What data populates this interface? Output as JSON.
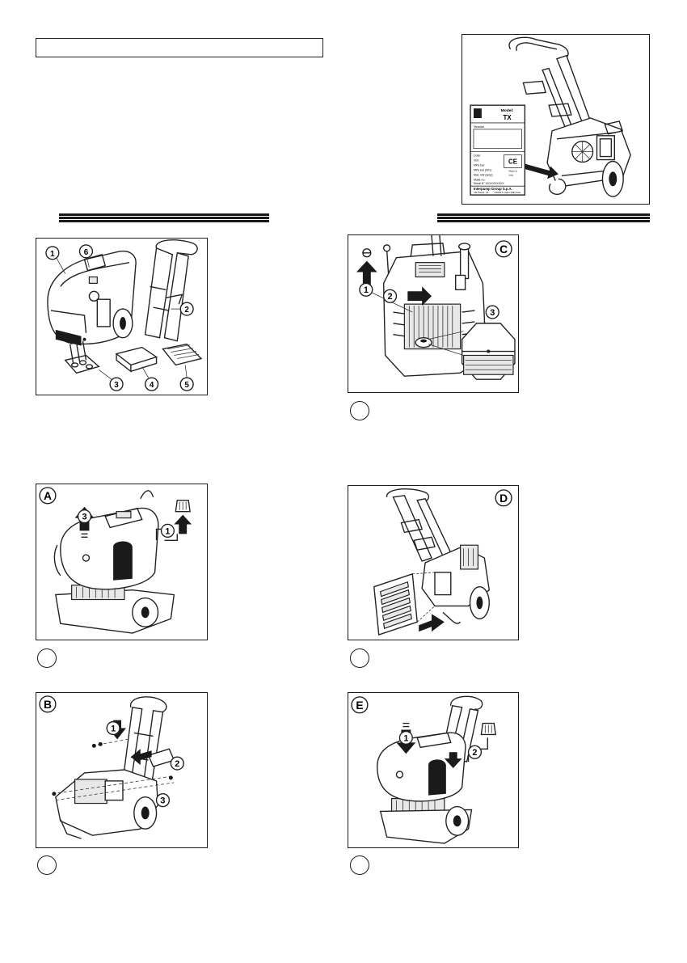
{
  "header_box": {
    "text": ""
  },
  "nameplate": {
    "model_label": "Model:",
    "model_value": "TX",
    "fields": [
      "Version",
      "Code:",
      "Volt:",
      "MPa bar:",
      "MPa bar (Nm):",
      "Max. kW (amp):"
    ],
    "year_label": "Made no.:",
    "serial_label": "Serial N°",
    "serial_value": "XXXXXXXXXX",
    "right_fields": [
      "Made in",
      "Italy"
    ],
    "ce_mark": "CE",
    "company": "Interpump Group S.p.A.",
    "address_1": "Via Pasini, 13",
    "address_2": "42049 S. Ilario (RE) Italy"
  },
  "figures": {
    "components": {
      "callouts": [
        "1",
        "6",
        "2",
        "3",
        "4",
        "5"
      ]
    },
    "A": {
      "letter": "A",
      "callouts": [
        "3",
        "1"
      ]
    },
    "B": {
      "letter": "B",
      "callouts": [
        "1",
        "2",
        "3"
      ]
    },
    "C": {
      "letter": "C",
      "callouts": [
        "1",
        "2",
        "3"
      ]
    },
    "D": {
      "letter": "D"
    },
    "E": {
      "letter": "E",
      "callouts": [
        "1",
        "2"
      ]
    }
  },
  "icons": {
    "callout": "numbered-callout-icon",
    "arrow": "direction-arrow-icon",
    "step_marker": "empty-step-circle-icon"
  }
}
